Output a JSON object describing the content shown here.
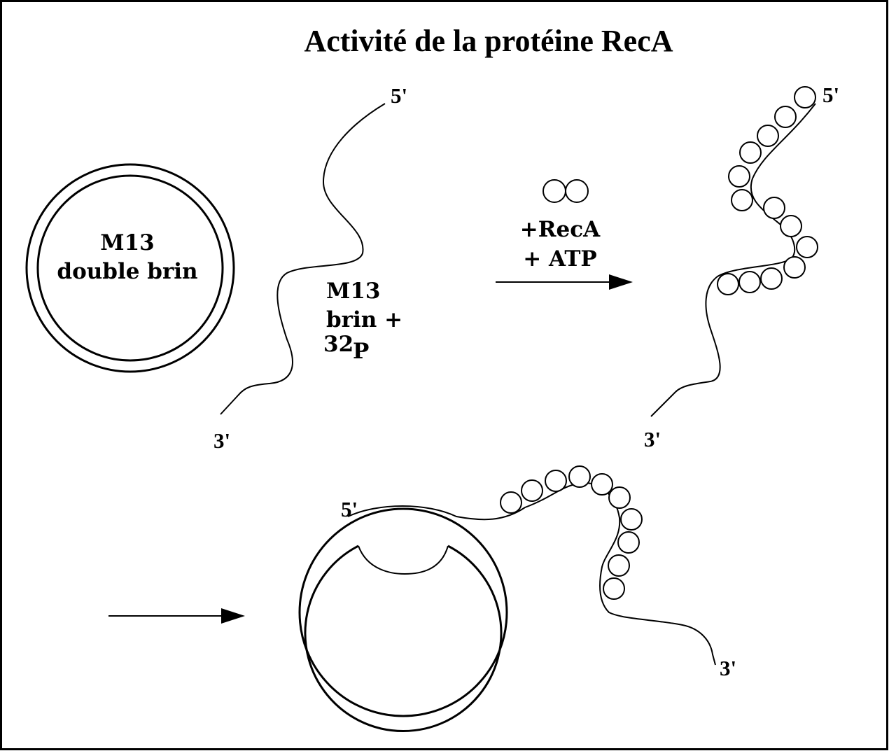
{
  "title": "Activité de la protéine RecA",
  "colors": {
    "ink": "#000000",
    "background": "#ffffff"
  },
  "labels": {
    "double_strand": [
      "M13",
      "double brin"
    ],
    "single_strand": [
      "M13",
      "brin +"
    ],
    "isotope_mass": "32",
    "isotope_symbol": "P",
    "reagents": [
      "+RecA",
      "+ ATP"
    ]
  },
  "ends": {
    "free_strand_five_prime": "5'",
    "free_strand_three_prime": "3'",
    "filament_five_prime": "5'",
    "filament_three_prime": "3'",
    "invasion_five_prime": "5'",
    "invasion_three_prime": "3'"
  }
}
